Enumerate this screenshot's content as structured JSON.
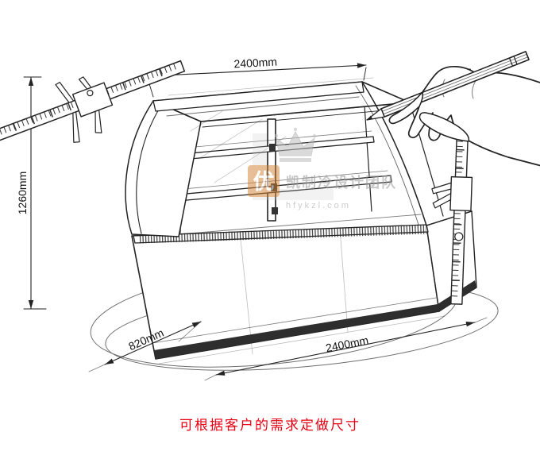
{
  "meta": {
    "type": "product-dimension-sketch"
  },
  "dimensions": {
    "top_width": "2400mm",
    "height": "1260mm",
    "depth": "820mm",
    "bottom_width": "2400mm"
  },
  "watermark": {
    "logo_char": "优",
    "brand": "凯制冷设计团队",
    "site": "hfykzl.com"
  },
  "caption": {
    "text": "可根据客户的需求定做尺寸",
    "color": "#e60012"
  },
  "colors": {
    "ink": "#222222",
    "paper": "#ffffff",
    "watermark_gray": "#b5b5b5",
    "watermark_orange": "#cf7f2e",
    "caption_red": "#e60012"
  }
}
